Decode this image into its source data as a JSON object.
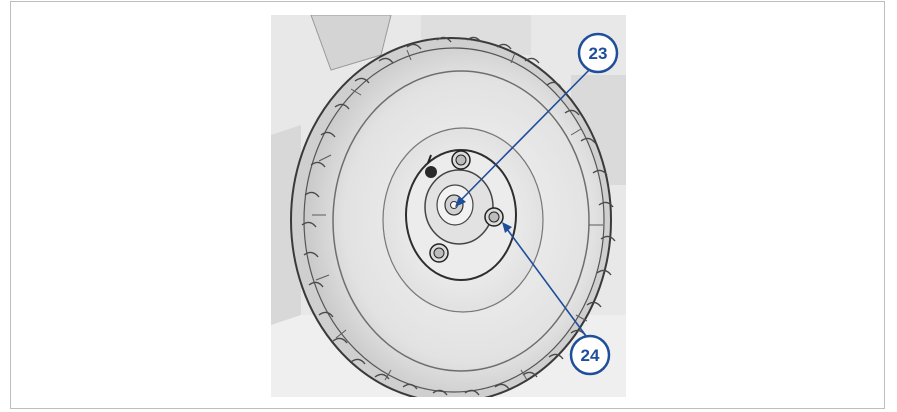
{
  "figure": {
    "subject": "wheel-assembly",
    "accent_color": "#1f4e9a",
    "callouts": [
      {
        "id": "c23",
        "label": "23"
      },
      {
        "id": "c24",
        "label": "24"
      }
    ]
  }
}
